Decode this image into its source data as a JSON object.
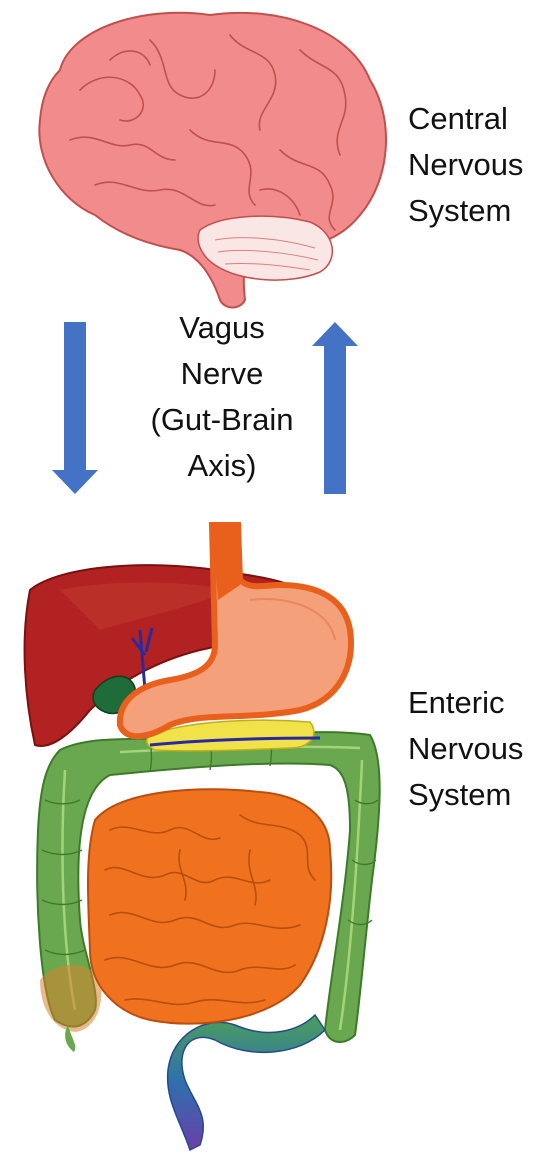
{
  "labels": {
    "cns": [
      "Central",
      "Nervous",
      "System"
    ],
    "vagus": [
      "Vagus",
      "Nerve",
      "(Gut-Brain",
      "Axis)"
    ],
    "ens": [
      "Enteric",
      "Nervous",
      "System"
    ]
  },
  "colors": {
    "arrow": "#4472c4",
    "brain": "#f28c8c",
    "brain_outline": "#c0504d",
    "liver": "#b22222",
    "stomach": "#f4a07a",
    "esophagus": "#e8601c",
    "large_intestine": "#6aa84f",
    "small_intestine": "#f0721e",
    "gallbladder": "#1f6b3a",
    "pancreas": "#f2e24a",
    "rectum": "#3b5ba8"
  },
  "icons": {
    "brain": "brain-icon",
    "digestive_system": "digestive-system-icon",
    "down_arrow": "arrow-down-icon",
    "up_arrow": "arrow-up-icon"
  }
}
